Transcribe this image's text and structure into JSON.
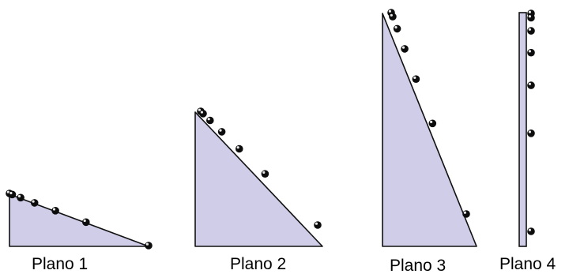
{
  "colors": {
    "plane_fill": "#cfcde8",
    "outline": "#111111",
    "ball": "#0d0d0d",
    "ball_highlight": "#e8e8e8",
    "background": "#ffffff"
  },
  "planes": [
    {
      "label": "Plano 1",
      "balls": 7
    },
    {
      "label": "Plano 2",
      "balls": 7
    },
    {
      "label": "Plano 3",
      "balls": 7
    },
    {
      "label": "Plano 4",
      "balls": 7
    }
  ]
}
